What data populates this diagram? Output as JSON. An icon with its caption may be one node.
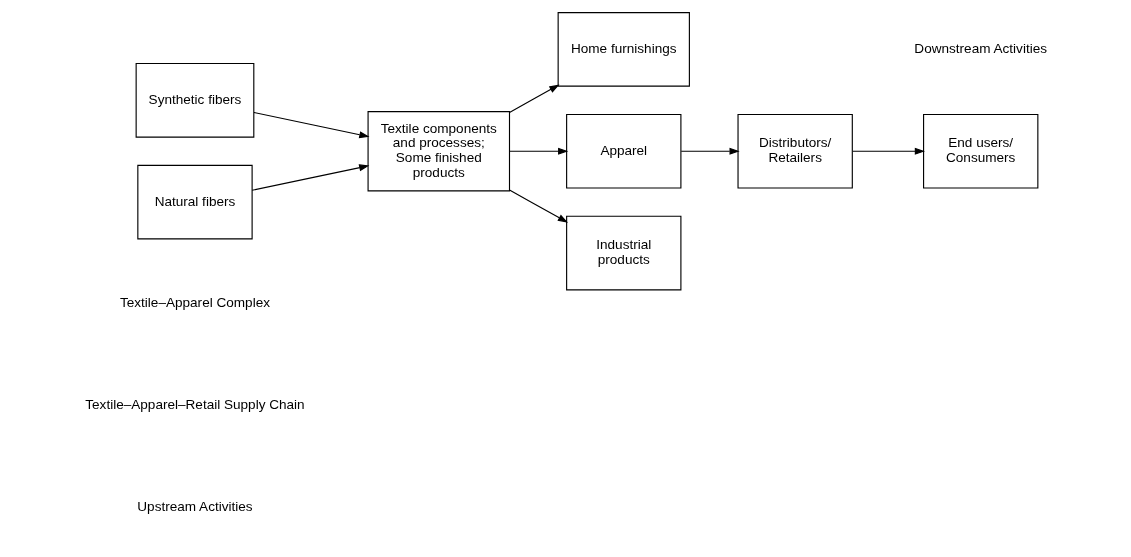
{
  "diagram": {
    "nodes": [
      {
        "text": [
          "Synthetic fibers"
        ]
      },
      {
        "text": [
          "Natural fibers"
        ]
      },
      {
        "text": [
          "Textile components and processes; Some finished products"
        ]
      },
      {
        "text": [
          "Home furnishings"
        ]
      },
      {
        "text": [
          "Apparel"
        ]
      },
      {
        "text": [
          "Industrial products"
        ]
      },
      {
        "text": [
          "Distributors/ Retailers"
        ]
      },
      {
        "text": [
          "End users/ Consumers"
        ]
      }
    ],
    "edges": [
      {
        "from": 0,
        "to": 2,
        "arrow": "to"
      },
      {
        "from": 1,
        "to": 2,
        "arrow": "to"
      },
      {
        "from": 2,
        "to": 3,
        "arrow": "to"
      },
      {
        "from": 2,
        "to": 4,
        "arrow": "to"
      },
      {
        "from": 2,
        "to": 5,
        "arrow": "to"
      },
      {
        "from": 4,
        "to": 6,
        "arrow": "to"
      },
      {
        "from": 6,
        "to": 7,
        "arrow": "to"
      }
    ],
    "labels": [
      "Textile–Apparel Complex",
      "Textile–Apparel–Retail Supply Chain",
      "Upstream Activities",
      "Downstream Activities"
    ]
  }
}
